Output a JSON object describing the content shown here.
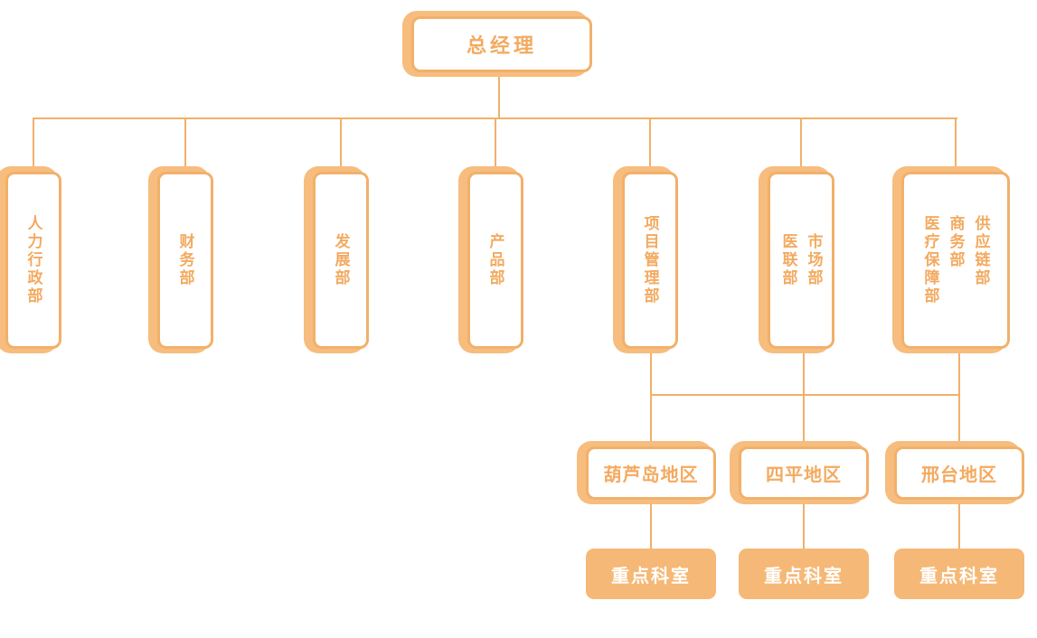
{
  "colors": {
    "accent": "#F2B06A",
    "accent_fill": "#F5B876",
    "accent_shadow": "#F6BD7E",
    "text_orange": "#F3AA60",
    "bg": "#FFFFFF"
  },
  "chart": {
    "type": "org-chart",
    "root": {
      "label": "总经理"
    },
    "level2": [
      {
        "columns": [
          "人力行政部"
        ]
      },
      {
        "columns": [
          "财务部"
        ]
      },
      {
        "columns": [
          "发展部"
        ]
      },
      {
        "columns": [
          "产品部"
        ]
      },
      {
        "columns": [
          "项目管理部"
        ]
      },
      {
        "columns": [
          "市场部",
          "医联部"
        ]
      },
      {
        "columns": [
          "供应链部",
          "商务部",
          "医疗保障部"
        ]
      }
    ],
    "branches": [
      {
        "region": "葫芦岛地区",
        "unit": "重点科室"
      },
      {
        "region": "四平地区",
        "unit": "重点科室"
      },
      {
        "region": "邢台地区",
        "unit": "重点科室"
      }
    ]
  }
}
